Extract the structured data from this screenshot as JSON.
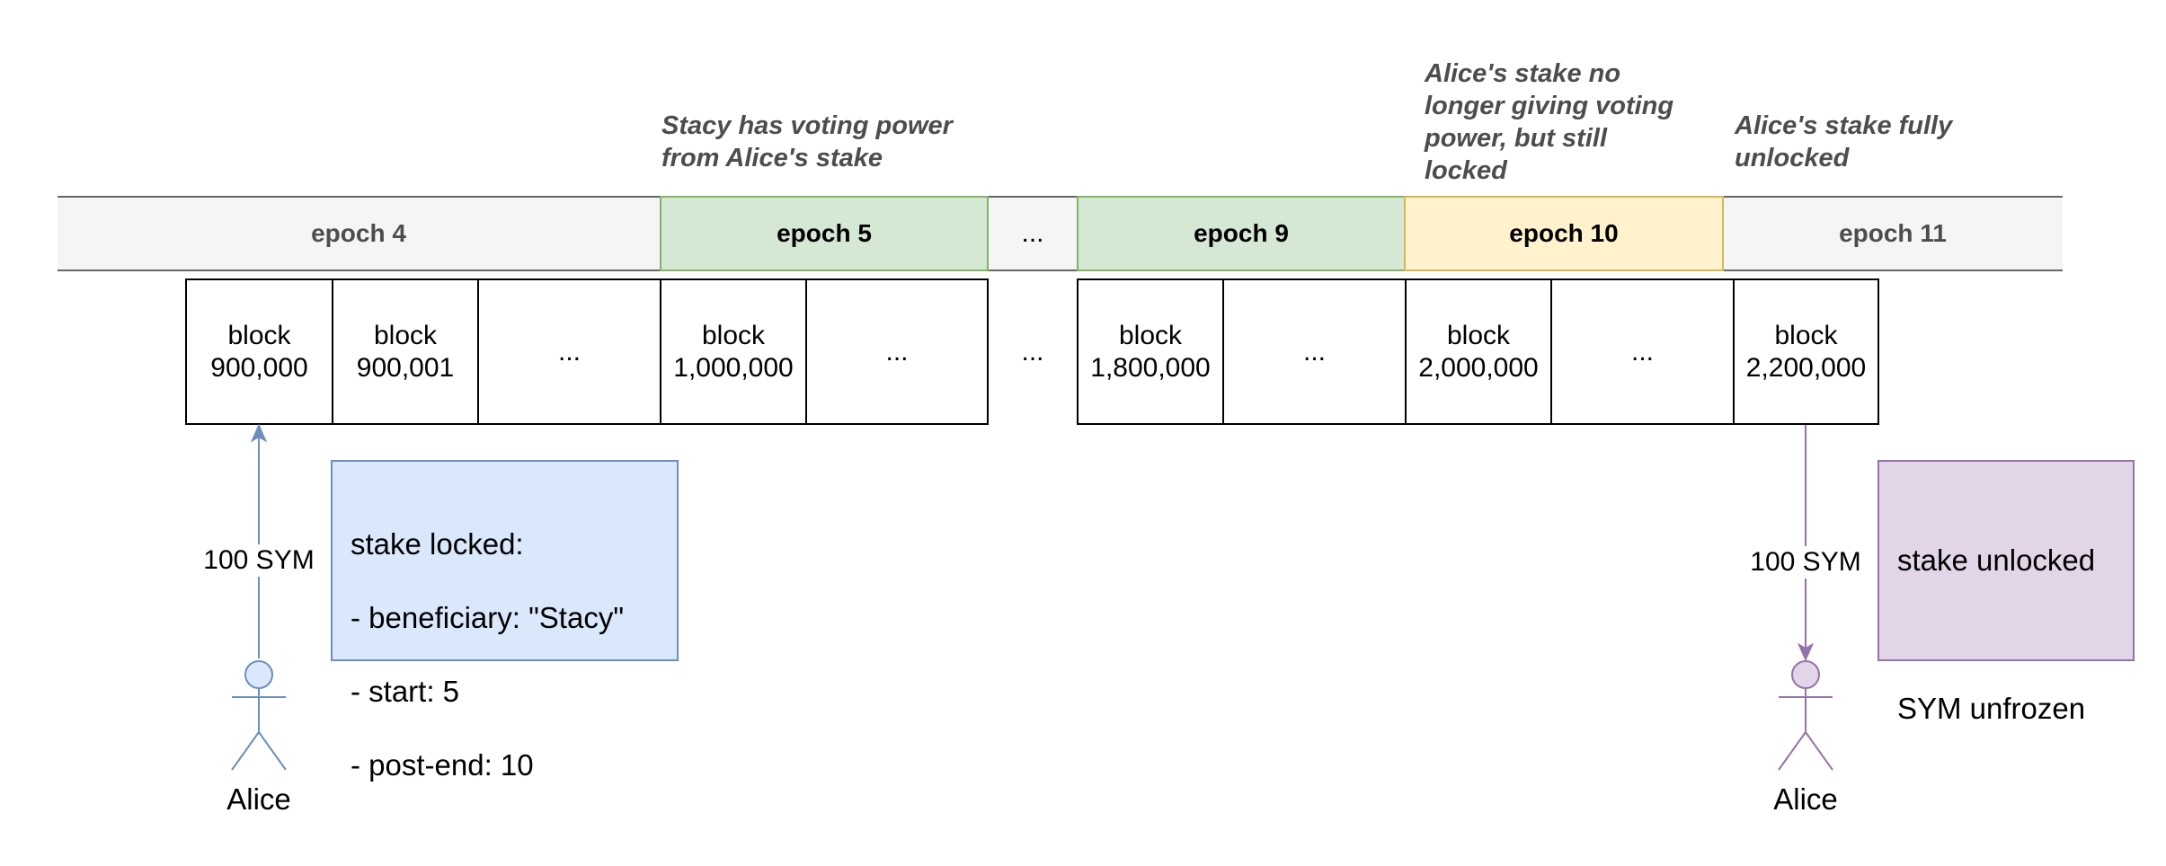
{
  "annotations": {
    "epoch5": "Stacy has voting power\nfrom Alice's stake",
    "epoch10": "Alice's stake no\nlonger giving voting\npower, but still\nlocked",
    "epoch11": "Alice's stake fully\nunlocked"
  },
  "epochs": {
    "e4": "epoch 4",
    "e5": "epoch 5",
    "gap": "...",
    "e9": "epoch 9",
    "e10": "epoch 10",
    "e11": "epoch 11"
  },
  "blocks": {
    "b900000": "block\n900,000",
    "b900001": "block\n900,001",
    "dots_a": "...",
    "b1000000": "block\n1,000,000",
    "dots_b": "...",
    "gap": "...",
    "b1800000": "block\n1,800,000",
    "dots_c": "...",
    "b2000000": "block\n2,000,000",
    "dots_d": "...",
    "b2200000": "block\n2,200,000"
  },
  "lock_note": {
    "title": "stake locked:",
    "beneficiary": "- beneficiary: \"Stacy\"",
    "start": "- start: 5",
    "post_end": "- post-end: 10"
  },
  "unlock_note": {
    "line1": "stake unlocked",
    "line2": "SYM unfrozen"
  },
  "amounts": {
    "lock": "100 SYM",
    "unlock": "100 SYM"
  },
  "actors": {
    "left": "Alice",
    "right": "Alice"
  },
  "colors": {
    "green_fill": "#d5e8d4",
    "green_stroke": "#82b366",
    "yellow_fill": "#fff2cc",
    "yellow_stroke": "#d6b656",
    "blue_fill": "#dae8fc",
    "blue_stroke": "#6c8ebf",
    "purple_fill": "#e1d5e7",
    "purple_stroke": "#9673a6"
  }
}
